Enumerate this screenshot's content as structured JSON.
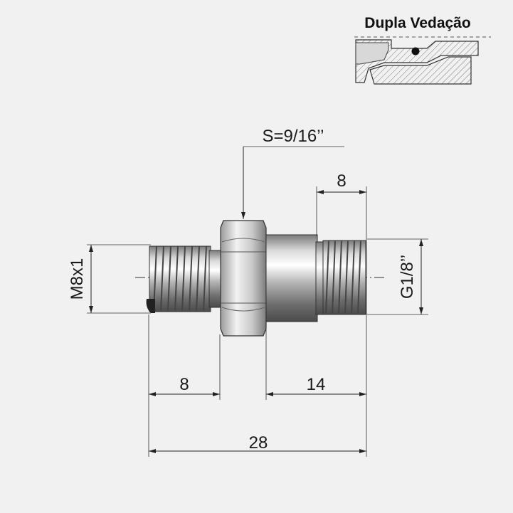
{
  "detail": {
    "title": "Dupla Vedação"
  },
  "dimensions": {
    "hex_size": "S=9/16’’",
    "right_thread_length": "8",
    "left_thread": "M8x1",
    "right_thread": "G1/8’’",
    "left_length": "8",
    "body_length": "14",
    "overall_length": "28"
  },
  "colors": {
    "background": "#f1f1f1",
    "metal_dark": "#6a6a6a",
    "metal_light": "#e8e8e8",
    "line": "#222222"
  }
}
